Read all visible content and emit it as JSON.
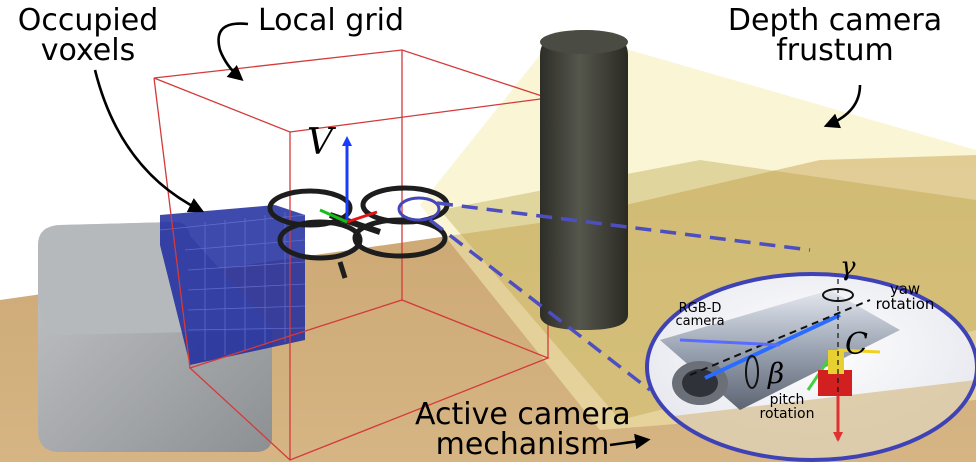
{
  "labels": {
    "occupied_line1": "Occupied",
    "occupied_line2": "voxels",
    "local_grid": "Local grid",
    "depth_line1": "Depth camera",
    "depth_line2": "frustum",
    "active_line1": "Active camera",
    "active_line2": "mechanism"
  },
  "inset": {
    "rgbd_line1": "RGB-D",
    "rgbd_line2": "camera",
    "yaw_line1": "yaw",
    "yaw_line2": "rotation",
    "pitch_line1": "pitch",
    "pitch_line2": "rotation",
    "gamma_symbol": "γ",
    "beta_symbol": "β",
    "c_symbol": "C"
  },
  "symbols": {
    "v_symbol": "V"
  },
  "colors": {
    "floor": "#c9a46e",
    "grid_box": "#d43a3a",
    "voxels": "#1f2fa8",
    "frustum": "#f2e6a0",
    "pillar": "#3a3a30",
    "inset_border": "#3f42b4",
    "dashed_link": "#4d4fc0"
  }
}
